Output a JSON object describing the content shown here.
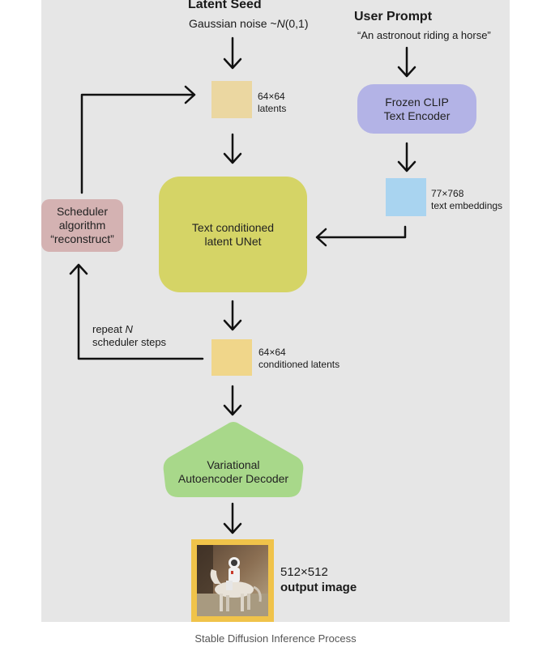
{
  "latent_seed": {
    "title": "Latent Seed",
    "subtitle_prefix": "Gaussian noise ~",
    "subtitle_italic": "N",
    "subtitle_suffix": "(0,1)"
  },
  "user_prompt": {
    "title": "User Prompt",
    "text": "“An astronout riding a horse”"
  },
  "latents": {
    "size": "64×64",
    "label": "latents",
    "color": "#ebd7a1"
  },
  "clip": {
    "line1": "Frozen CLIP",
    "line2": "Text Encoder",
    "color": "#b3b3e6"
  },
  "embeddings": {
    "size": "77×768",
    "label": "text embeddings",
    "color": "#a9d4f0"
  },
  "unet": {
    "line1": "Text conditioned",
    "line2": "latent UNet",
    "color": "#d5d466"
  },
  "scheduler": {
    "line1": "Scheduler",
    "line2": "algorithm",
    "line3": "“reconstruct”",
    "color": "#d4b2b2"
  },
  "repeat": {
    "prefix": "repeat ",
    "italic": "N",
    "line2": "scheduler steps"
  },
  "conditioned": {
    "size": "64×64",
    "label": "conditioned latents",
    "color": "#f0d68a"
  },
  "vae": {
    "line1": "Variational",
    "line2": "Autoencoder Decoder",
    "color": "#a8d88a"
  },
  "output": {
    "size": "512×512",
    "label": "output image",
    "frame_color": "#f0c34a"
  },
  "caption": "Stable Diffusion Inference Process"
}
